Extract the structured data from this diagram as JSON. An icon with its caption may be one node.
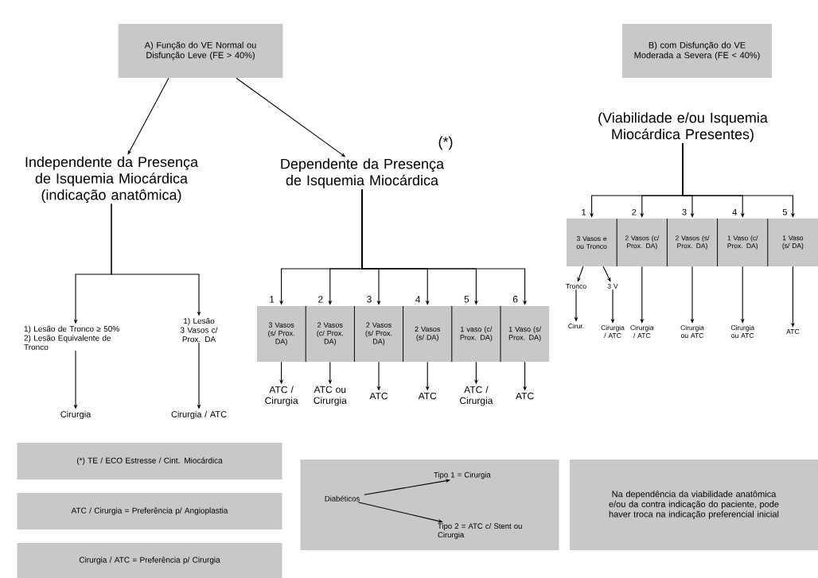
{
  "diagram": {
    "nodes": [
      {
        "text": [
          "A) Função do VE Normal ou Disfunção Leve (FE > 40%)"
        ]
      },
      {
        "text": [
          "Independente da Presença de Isquemia Miocárdica (indicação anatômica)"
        ]
      },
      {
        "text": [
          "Dependente da Presença de Isquemia Miocárdica"
        ],
        "beside": [
          "(*)"
        ]
      },
      {
        "text": [
          "1) Lesão de Tronco ≥ 50%",
          "2) Lesão Equivalente de Tronco"
        ]
      },
      {
        "text": [
          "1) Lesão 3 Vasos c/ Prox. DA"
        ]
      },
      {
        "text": [
          "Cirurgia"
        ]
      },
      {
        "text": [
          "Cirurgia / ATC"
        ]
      },
      {
        "text": [
          "3 Vasos (s/ Prox. DA)"
        ],
        "beside": [
          "1"
        ]
      },
      {
        "text": [
          "2 Vasos (c/ Prox. DA)"
        ],
        "beside": [
          "2"
        ]
      },
      {
        "text": [
          "2 Vasos (s/ Prox. DA)"
        ],
        "beside": [
          "3"
        ]
      },
      {
        "text": [
          "2 Vasos (s/ DA)"
        ],
        "beside": [
          "4"
        ]
      },
      {
        "text": [
          "1 vaso (c/ Prox. DA)"
        ],
        "beside": [
          "5"
        ]
      },
      {
        "text": [
          "1 Vaso (s/ Prox. DA)"
        ],
        "beside": [
          "6"
        ]
      },
      {
        "text": [
          "ATC / Cirurgia"
        ]
      },
      {
        "text": [
          "ATC ou Cirurgia"
        ]
      },
      {
        "text": [
          "ATC"
        ]
      },
      {
        "text": [
          "ATC"
        ]
      },
      {
        "text": [
          "ATC / Cirurgia"
        ]
      },
      {
        "text": [
          "ATC"
        ]
      },
      {
        "text": [
          "B) com Disfunção do VE Moderada a Severa (FE < 40%)"
        ]
      },
      {
        "text": [
          "(Viabilidade e/ou Isquemia Miocárdica Presentes)"
        ]
      },
      {
        "text": [
          "3 Vasos e ou Tronco"
        ],
        "beside": [
          "1"
        ]
      },
      {
        "text": [
          "2 Vasos (c/ Prox. DA)"
        ],
        "beside": [
          "2"
        ]
      },
      {
        "text": [
          "2 Vasos (s/ Prox. DA)"
        ],
        "beside": [
          "3"
        ]
      },
      {
        "text": [
          "1 Vaso (c/ Prox. DA)"
        ],
        "beside": [
          "4"
        ]
      },
      {
        "text": [
          "1 Vaso (s/ DA)"
        ],
        "beside": [
          "5"
        ]
      },
      {
        "text": [
          "Tronco"
        ]
      },
      {
        "text": [
          "3 V"
        ]
      },
      {
        "text": [
          "Cirur."
        ]
      },
      {
        "text": [
          "Cirurgia / ATC"
        ]
      },
      {
        "text": [
          "Cirurgia / ATC"
        ]
      },
      {
        "text": [
          "Cirurgia ou ATC"
        ]
      },
      {
        "text": [
          "Cirurgia ou ATC"
        ]
      },
      {
        "text": [
          "ATC"
        ]
      },
      {
        "text": [
          "(*) TE / ECO Estresse / Cint. Miocárdica"
        ]
      },
      {
        "text": [
          "ATC / Cirurgia = Preferência p/ Angioplastia"
        ]
      },
      {
        "text": [
          "Cirurgia / ATC = Preferência p/ Cirurgia"
        ]
      },
      {
        "text": [],
        "shape": "box"
      },
      {
        "text": [
          "Diabéticos"
        ],
        "in": 37
      },
      {
        "text": [
          "Tipo 1 = Cirurgia"
        ],
        "in": 37
      },
      {
        "text": [
          "Tipo 2 = ATC c/ Stent ou Cirurgia"
        ],
        "in": 37
      },
      {
        "text": [
          "Na dependência da viabilidade anatômica e/ou da contra indicação do paciente, pode haver troca na indicação preferencial inicial"
        ]
      }
    ],
    "edges": [
      {
        "from": 0,
        "to": 1,
        "arrow": "to"
      },
      {
        "from": 0,
        "to": 2,
        "arrow": "to"
      },
      {
        "from": 1,
        "to": 3,
        "arrow": "to"
      },
      {
        "from": 1,
        "to": 4,
        "arrow": "to"
      },
      {
        "from": 3,
        "to": 5,
        "arrow": "to"
      },
      {
        "from": 4,
        "to": 6,
        "arrow": "to"
      },
      {
        "from": 2,
        "to": 7,
        "arrow": "to"
      },
      {
        "from": 2,
        "to": 8,
        "arrow": "to"
      },
      {
        "from": 2,
        "to": 9,
        "arrow": "to"
      },
      {
        "from": 2,
        "to": 10,
        "arrow": "to"
      },
      {
        "from": 2,
        "to": 11,
        "arrow": "to"
      },
      {
        "from": 2,
        "to": 12,
        "arrow": "to"
      },
      {
        "from": 7,
        "to": 13,
        "arrow": "to"
      },
      {
        "from": 8,
        "to": 14,
        "arrow": "to"
      },
      {
        "from": 9,
        "to": 15,
        "arrow": "to"
      },
      {
        "from": 10,
        "to": 16,
        "arrow": "to"
      },
      {
        "from": 11,
        "to": 17,
        "arrow": "to"
      },
      {
        "from": 12,
        "to": 18,
        "arrow": "to"
      },
      {
        "from": 20,
        "to": 21,
        "arrow": "to"
      },
      {
        "from": 20,
        "to": 22,
        "arrow": "to"
      },
      {
        "from": 20,
        "to": 23,
        "arrow": "to"
      },
      {
        "from": 20,
        "to": 24,
        "arrow": "to"
      },
      {
        "from": 20,
        "to": 25,
        "arrow": "to"
      },
      {
        "from": 21,
        "to": 26,
        "arrow": "to"
      },
      {
        "from": 21,
        "to": 27,
        "arrow": "to"
      },
      {
        "from": 26,
        "to": 28,
        "arrow": "to"
      },
      {
        "from": 27,
        "to": 29,
        "arrow": "to"
      },
      {
        "from": 22,
        "to": 30,
        "arrow": "to"
      },
      {
        "from": 23,
        "to": 31,
        "arrow": "to"
      },
      {
        "from": 24,
        "to": 32,
        "arrow": "to"
      },
      {
        "from": 25,
        "to": 33,
        "arrow": "to"
      },
      {
        "from": 38,
        "to": 39,
        "arrow": "to"
      },
      {
        "from": 38,
        "to": 40,
        "arrow": "to"
      }
    ]
  }
}
